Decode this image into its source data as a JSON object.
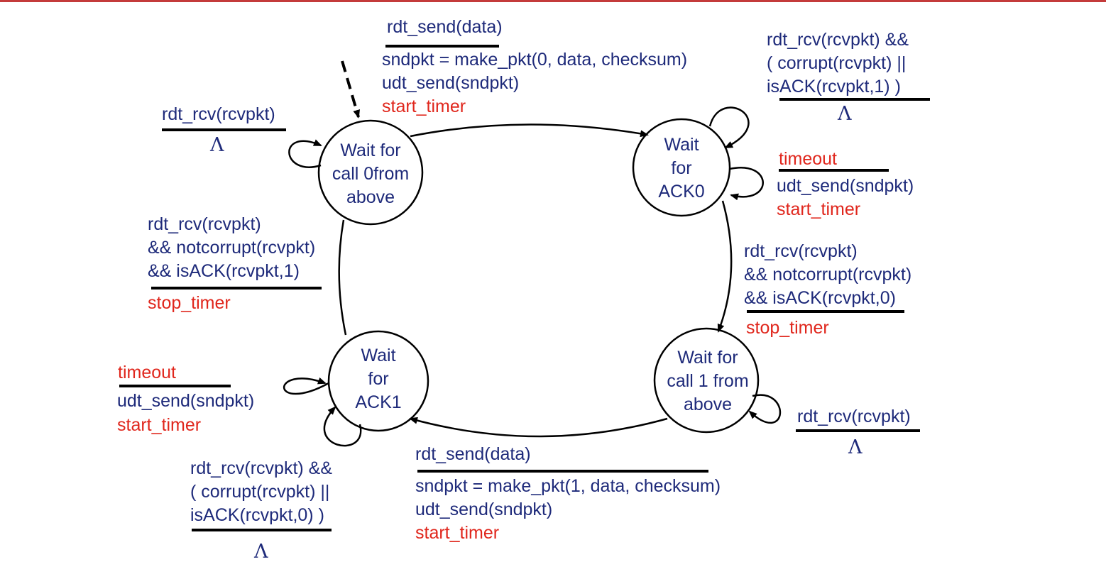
{
  "states": {
    "wait_call0": [
      "Wait for",
      "call 0from",
      "above"
    ],
    "wait_ack0": [
      "Wait",
      "for",
      "ACK0"
    ],
    "wait_ack1": [
      "Wait",
      "for",
      "ACK1"
    ],
    "wait_call1": [
      "Wait for",
      "call 1 from",
      "above"
    ]
  },
  "transitions": {
    "call0_to_ack0": {
      "event": "rdt_send(data)",
      "actions": [
        "sndpkt = make_pkt(0, data, checksum)",
        "udt_send(sndpkt)"
      ],
      "timer": "start_timer"
    },
    "call0_self": {
      "event": "rdt_rcv(rcvpkt)",
      "action": "Λ"
    },
    "ack0_self_corrupt": {
      "event": [
        "rdt_rcv(rcvpkt) &&",
        "( corrupt(rcvpkt) ||",
        "isACK(rcvpkt,1) )"
      ],
      "action": "Λ"
    },
    "ack0_timeout": {
      "event": "timeout",
      "action": "udt_send(sndpkt)",
      "timer": "start_timer"
    },
    "ack0_to_call1": {
      "event": [
        "rdt_rcv(rcvpkt)",
        "&& notcorrupt(rcvpkt)",
        "&& isACK(rcvpkt,0)"
      ],
      "timer": "stop_timer"
    },
    "call1_self": {
      "event": "rdt_rcv(rcvpkt)",
      "action": "Λ"
    },
    "call1_to_ack1": {
      "event": "rdt_send(data)",
      "actions": [
        "sndpkt = make_pkt(1, data, checksum)",
        "udt_send(sndpkt)"
      ],
      "timer": "start_timer"
    },
    "ack1_timeout": {
      "event": "timeout",
      "action": "udt_send(sndpkt)",
      "timer": "start_timer"
    },
    "ack1_self_corrupt": {
      "event": [
        "rdt_rcv(rcvpkt) &&",
        "( corrupt(rcvpkt) ||",
        "isACK(rcvpkt,0) )"
      ],
      "action": "Λ"
    },
    "ack1_to_call0": {
      "event": [
        "rdt_rcv(rcvpkt)",
        "&& notcorrupt(rcvpkt)",
        "&& isACK(rcvpkt,1)"
      ],
      "timer": "stop_timer"
    }
  },
  "colors": {
    "label": "#1e2a7a",
    "timer": "#e0261c",
    "line": "#000000",
    "top_rule": "#c43b3b"
  }
}
